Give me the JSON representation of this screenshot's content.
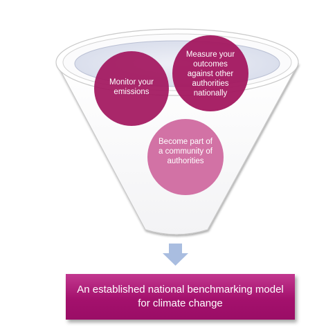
{
  "circles": {
    "monitor": "Monitor your emissions",
    "measure": "Measure your outcomes against other authorities nationally",
    "community": "Become part of a community of authorities"
  },
  "banner": {
    "text": "An established national benchmarking model for climate change"
  },
  "colors": {
    "circle_dark": "#a3175f",
    "circle_light": "#d06aa0",
    "banner": "#a4116d",
    "arrow": "#a9bde0",
    "funnel_outline": "#c8c8c8",
    "funnel_top": "#dde1ef"
  }
}
